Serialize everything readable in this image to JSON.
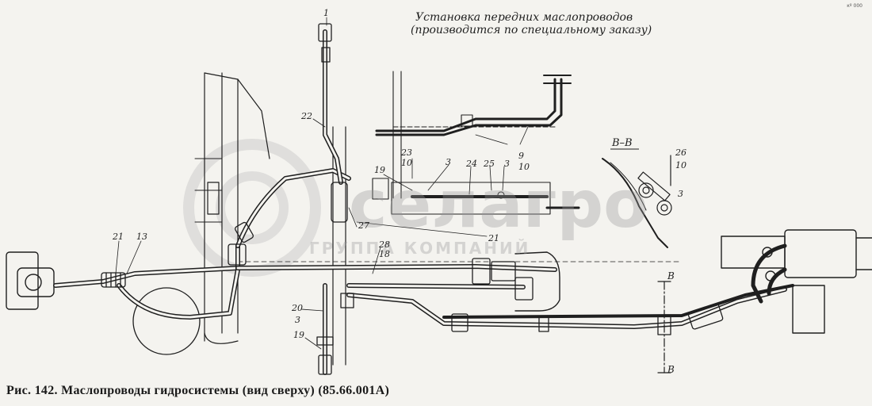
{
  "header": {
    "line1": "Установка передних маслопроводов",
    "line2": "(производится по специальному заказу)"
  },
  "corner_mark": "кº 000",
  "section_title": "В–В",
  "section_marks": {
    "top": "В",
    "bottom": "В"
  },
  "watermark": {
    "brand": "селагро",
    "subtitle": "ГРУППА КОМПАНИЙ"
  },
  "callouts": {
    "c1": "1",
    "c22": "22",
    "c19_top": "19",
    "c3_top": "3",
    "c24": "24",
    "c25": "25",
    "c3_mid": "3",
    "c27": "27",
    "c21_right": "21",
    "c28": "28",
    "c18": "18",
    "c21_left": "21",
    "c13": "13",
    "c20": "20",
    "c3_low": "3",
    "c19_low": "19",
    "c23": "23",
    "c10_a": "10",
    "c9": "9",
    "c10_b": "10",
    "c26": "26",
    "c10_c": "10",
    "c3_sec": "3"
  },
  "caption": "Рис. 142. Маслопроводы гидросистемы (вид сверху) (85.66.001А)"
}
